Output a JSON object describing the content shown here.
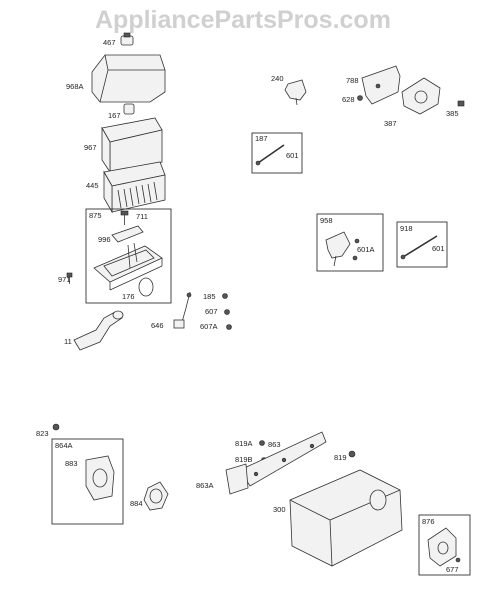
{
  "watermark": "AppliancePartsPros.com",
  "labels": {
    "l467": "467",
    "l968A": "968A",
    "l167": "167",
    "l967": "967",
    "l445": "445",
    "l875": "875",
    "l711": "711",
    "l996": "996",
    "l971": "971",
    "l176": "176",
    "l11": "11",
    "l646": "646",
    "l185": "185",
    "l607": "607",
    "l607A": "607A",
    "l240": "240",
    "l788": "788",
    "l628": "628",
    "l387": "387",
    "l385": "385",
    "l187": "187",
    "l601a": "601",
    "l958": "958",
    "l601A": "601A",
    "l918": "918",
    "l601b": "601",
    "l823": "823",
    "l864A": "864A",
    "l883": "883",
    "l884": "884",
    "l819A": "819A",
    "l819B": "819B",
    "l863": "863",
    "l863A": "863A",
    "l819": "819",
    "l300": "300",
    "l876": "876",
    "l677": "677"
  }
}
